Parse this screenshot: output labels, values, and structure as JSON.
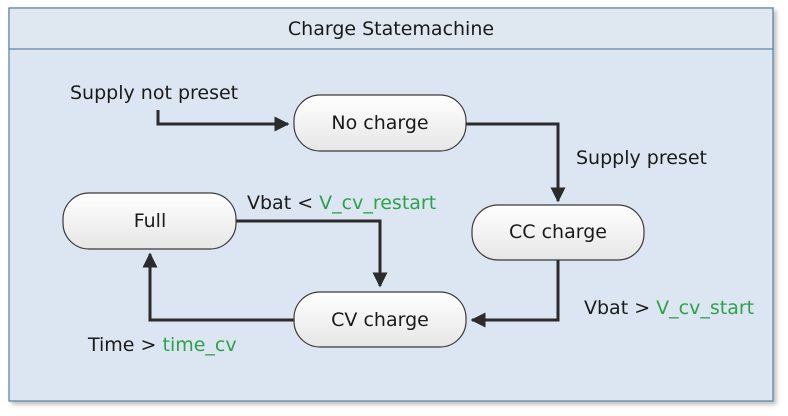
{
  "title": "Charge Statemachine",
  "states": {
    "no_charge": "No charge",
    "cc_charge": "CC charge",
    "cv_charge": "CV charge",
    "full": "Full"
  },
  "transitions": {
    "initial": {
      "text": "Supply not preset"
    },
    "no_to_cc": {
      "text": "Supply preset"
    },
    "cc_to_cv": {
      "prefix": "Vbat > ",
      "variable": "V_cv_start"
    },
    "full_to_cv": {
      "prefix": "Vbat < ",
      "variable": "V_cv_restart"
    },
    "cv_to_full": {
      "prefix": "Time > ",
      "variable": "time_cv"
    }
  },
  "colors": {
    "frame_fill": "#dce6f2",
    "frame_stroke": "#5d7ea5",
    "title_fill": "#dfe7f1",
    "variable_text": "#2ea14a",
    "arrow": "#2b2b2b"
  }
}
